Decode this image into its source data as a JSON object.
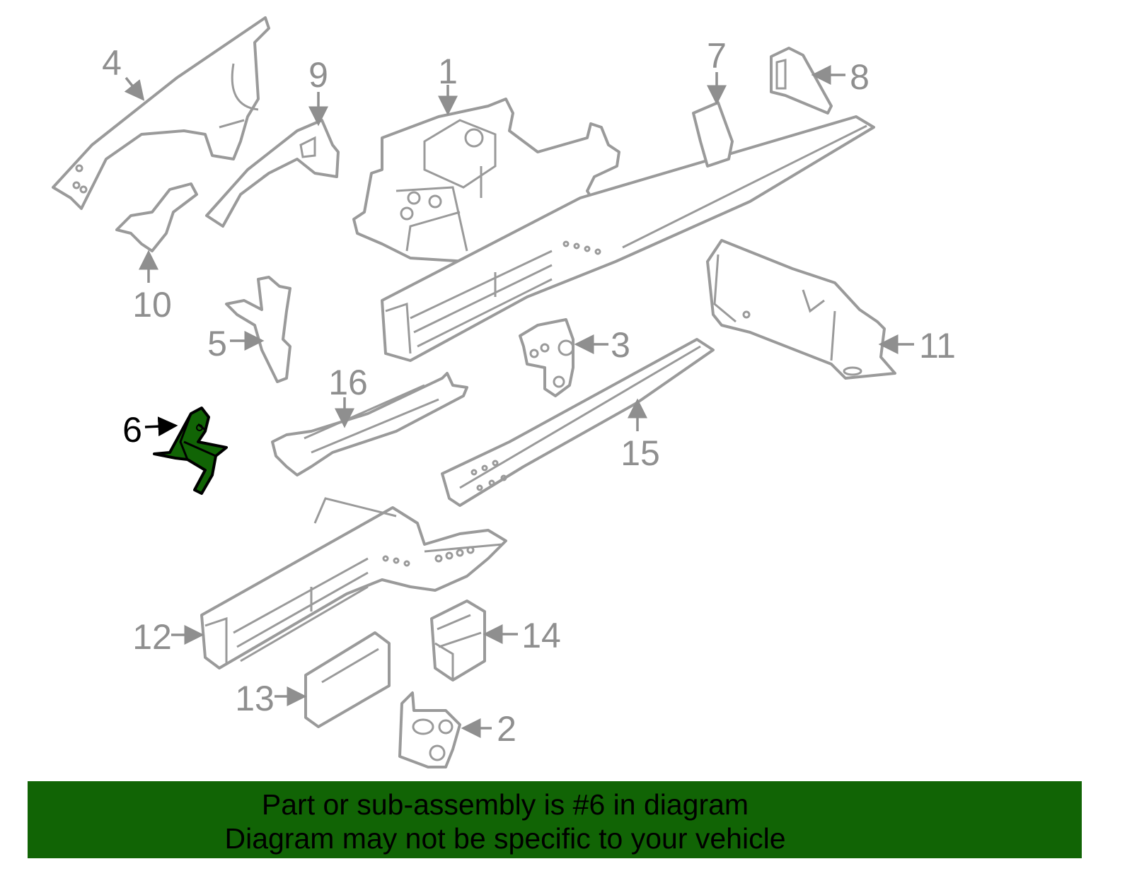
{
  "diagram": {
    "highlight_color": "#116405",
    "line_color": "#9a9a9a",
    "callouts": [
      "1",
      "2",
      "3",
      "4",
      "5",
      "6",
      "7",
      "8",
      "9",
      "10",
      "11",
      "12",
      "13",
      "14",
      "15",
      "16"
    ],
    "highlighted_part": "6"
  },
  "banner": {
    "line1": "Part or sub-assembly is #6 in diagram",
    "line2": "Diagram may not be specific to your vehicle"
  }
}
